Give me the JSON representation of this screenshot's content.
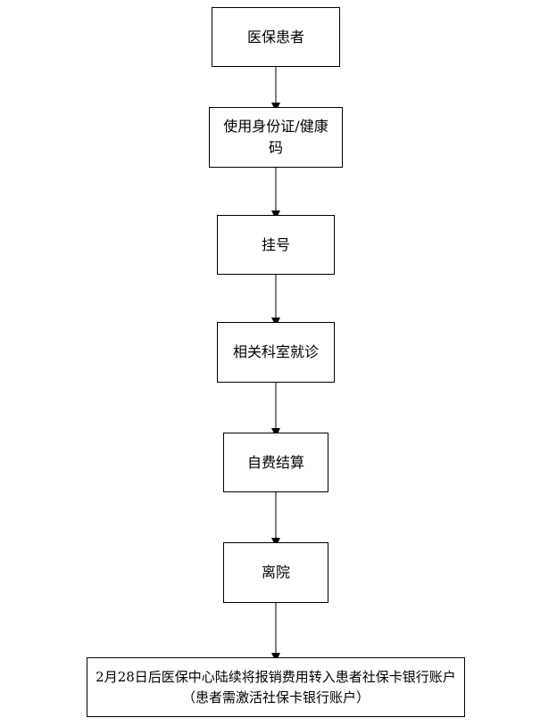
{
  "flowchart": {
    "steps": [
      {
        "label": "医保患者"
      },
      {
        "label": "使用身份证/健康码"
      },
      {
        "label": "挂号"
      },
      {
        "label": "相关科室就诊"
      },
      {
        "label": "自费结算"
      },
      {
        "label": "离院"
      },
      {
        "label": "2月28日后医保中心陆续将报销费用转入患者社保卡银行账户（患者需激活社保卡银行账户）"
      }
    ],
    "line_color": "#000000",
    "box_border_color": "#000000"
  }
}
